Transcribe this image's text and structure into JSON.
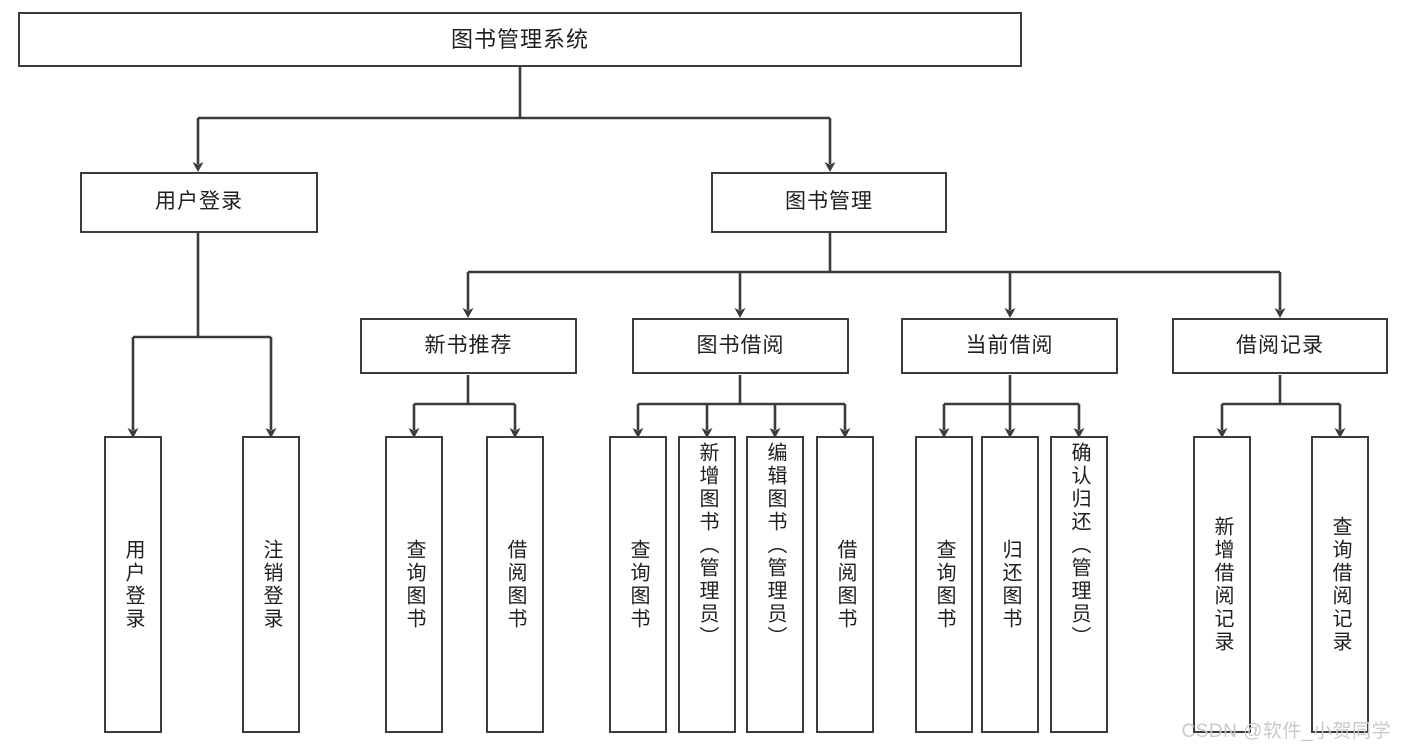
{
  "diagram": {
    "title": "图书管理系统",
    "type": "tree",
    "watermark": "CSDN @软件_小贺同学",
    "colors": {
      "box_border": "#3b3b3b",
      "box_fill": "#ffffff",
      "connector": "#3b3b3b",
      "text": "#1f1f1f",
      "watermark": "#c9c9c9"
    },
    "nodes": {
      "root": {
        "label": "图书管理系统"
      },
      "level2": [
        {
          "label": "用户登录"
        },
        {
          "label": "图书管理"
        }
      ],
      "level3": [
        {
          "label": "新书推荐"
        },
        {
          "label": "图书借阅"
        },
        {
          "label": "当前借阅"
        },
        {
          "label": "借阅记录"
        }
      ],
      "leaves": {
        "user_login": [
          {
            "label": "用户登录"
          },
          {
            "label": "注销登录"
          }
        ],
        "new_book_rec": [
          {
            "label": "查询图书"
          },
          {
            "label": "借阅图书"
          }
        ],
        "book_borrow": [
          {
            "label": "查询图书"
          },
          {
            "label": "新增图书（管理员）"
          },
          {
            "label": "编辑图书（管理员）"
          },
          {
            "label": "借阅图书"
          }
        ],
        "current_borrow": [
          {
            "label": "查询图书"
          },
          {
            "label": "归还图书"
          },
          {
            "label": "确认归还（管理员）"
          }
        ],
        "borrow_record": [
          {
            "label": "新增借阅记录"
          },
          {
            "label": "查询借阅记录"
          }
        ]
      }
    }
  }
}
